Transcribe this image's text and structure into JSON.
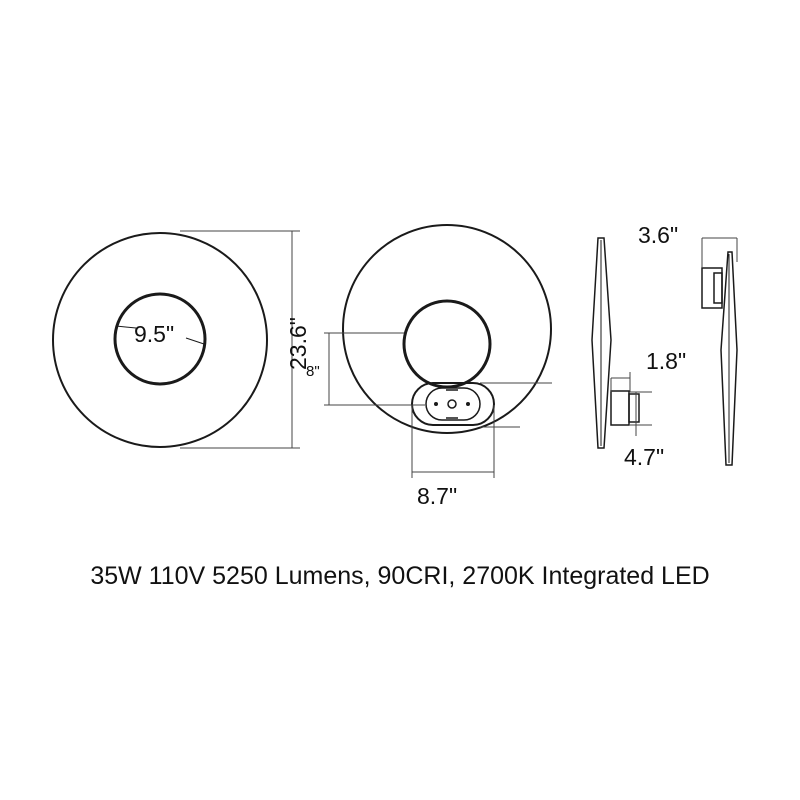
{
  "dimensions": {
    "inner_diameter": "9.5\"",
    "outer_diameter": "23.6\"",
    "mount_offset": "8\"",
    "mount_width": "8.7\"",
    "profile_depth": "3.6\"",
    "bracket_depth": "1.8\"",
    "bracket_height": "4.7\""
  },
  "spec_text": "35W 110V 5250 Lumens, 90CRI, 2700K Integrated LED",
  "colors": {
    "line": "#1a1a1a",
    "dim_line": "#444444"
  }
}
